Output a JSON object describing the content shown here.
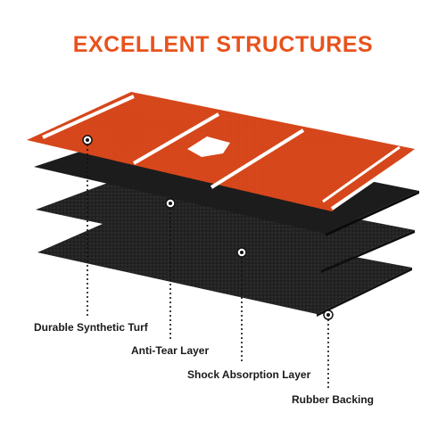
{
  "title": "EXCELLENT STRUCTURES",
  "colors": {
    "title": "#e8531d",
    "turf": "#d9481c",
    "turf_lines": "#ffffff",
    "dark_layer": "#1c1c1c",
    "label_text": "#1a1a1a"
  },
  "layers": [
    {
      "label": "Durable Synthetic Turf"
    },
    {
      "label": "Anti-Tear Layer"
    },
    {
      "label": "Shock Absorption Layer"
    },
    {
      "label": "Rubber Backing"
    }
  ]
}
